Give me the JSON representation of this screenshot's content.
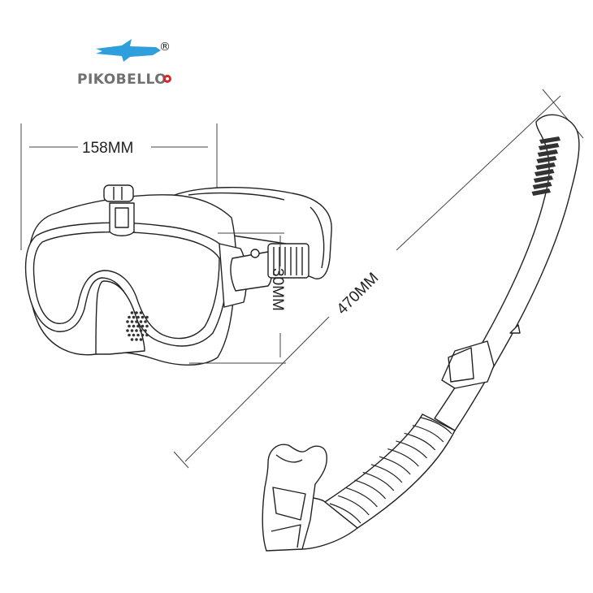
{
  "brand": {
    "name": "PIKOBELLO",
    "registered_mark": "®",
    "fish_color": "#2e9fdc",
    "dot_color": "#d62828"
  },
  "dimensions": {
    "mask_width": "158MM",
    "mask_depth": "30MM",
    "snorkel_length": "470MM"
  },
  "colors": {
    "line": "#222222",
    "dim_line": "#444444"
  }
}
